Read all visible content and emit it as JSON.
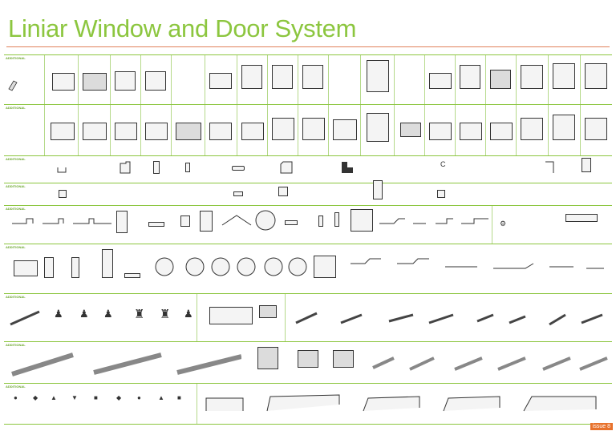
{
  "header": {
    "title": "Liniar Window and Door System"
  },
  "sections": [
    {
      "label": "ADDITIONAL"
    },
    {
      "label": "ADDITIONAL"
    },
    {
      "label": "ADDITIONAL"
    },
    {
      "label": "ADDITIONAL"
    },
    {
      "label": "ADDITIONAL"
    },
    {
      "label": "ADDITIONAL"
    },
    {
      "label": "ADDITIONAL"
    },
    {
      "label": "ADDITIONAL"
    },
    {
      "label": "ADDITIONAL"
    }
  ],
  "footer": {
    "issue": "issue 8"
  },
  "colors": {
    "brand_green": "#8cc63f",
    "accent_orange": "#e8722c"
  }
}
